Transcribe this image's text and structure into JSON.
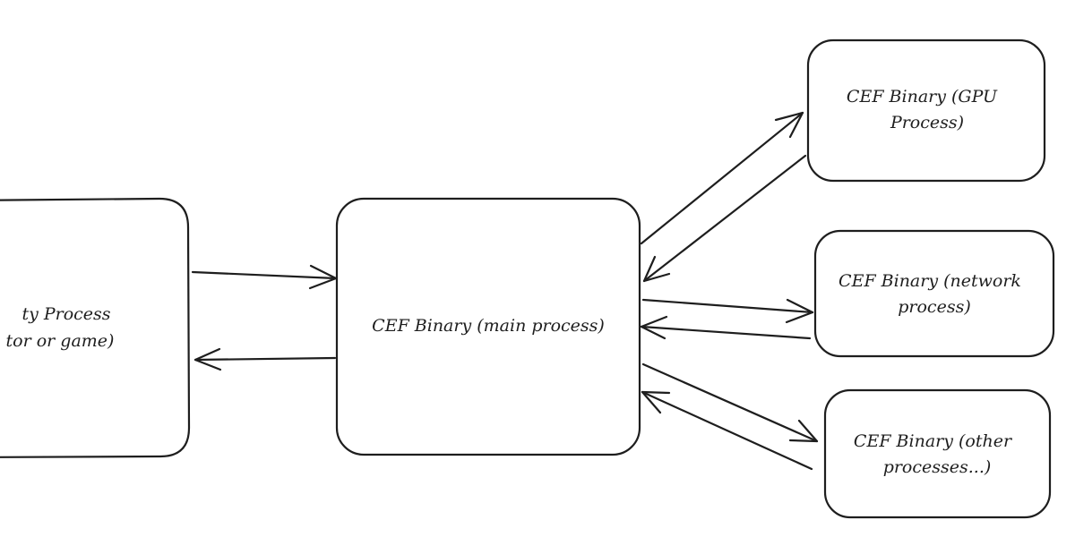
{
  "diagram": {
    "nodes": {
      "unity": {
        "lines": [
          "ty Process",
          "tor or game)"
        ]
      },
      "main": {
        "lines": [
          "CEF Binary (main process)"
        ]
      },
      "gpu": {
        "lines": [
          "CEF Binary (GPU",
          "Process)"
        ]
      },
      "network": {
        "lines": [
          "CEF Binary (network",
          "process)"
        ]
      },
      "other": {
        "lines": [
          "CEF Binary (other",
          "processes...)"
        ]
      }
    },
    "edges": [
      {
        "from": "unity",
        "to": "main"
      },
      {
        "from": "main",
        "to": "unity"
      },
      {
        "from": "main",
        "to": "gpu"
      },
      {
        "from": "gpu",
        "to": "main"
      },
      {
        "from": "main",
        "to": "network"
      },
      {
        "from": "network",
        "to": "main"
      },
      {
        "from": "main",
        "to": "other"
      },
      {
        "from": "other",
        "to": "main"
      }
    ]
  },
  "colors": {
    "stroke": "#1e1e1e",
    "background": "#ffffff"
  }
}
